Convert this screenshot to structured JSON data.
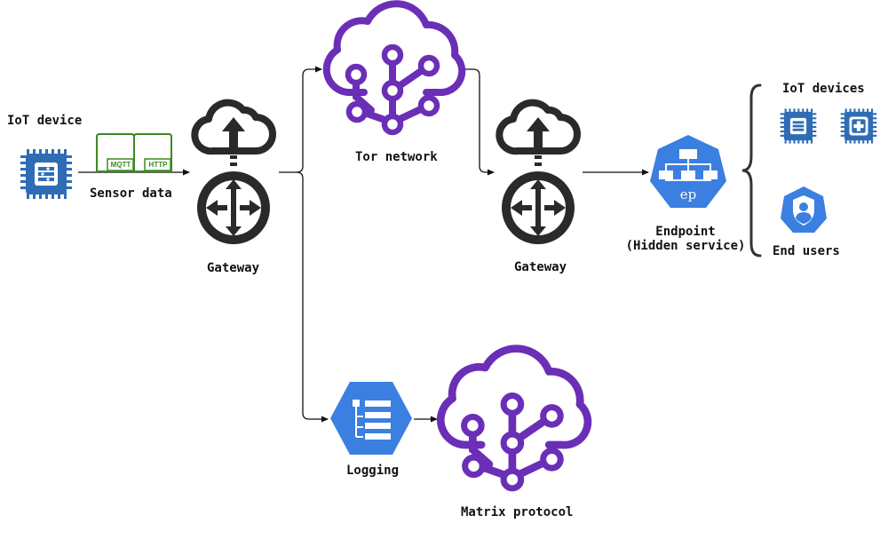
{
  "colors": {
    "chip_blue": "#2e6db5",
    "hex_blue": "#3b7fe0",
    "purple": "#6a2fb6",
    "gateway_dark": "#2b2a29",
    "protocol_green": "#3b8a22",
    "connector": "#111111"
  },
  "nodes": {
    "iot_device": {
      "label": "IoT device",
      "icon": "microchip-icon"
    },
    "sensor_data": {
      "label": "Sensor data",
      "protocols": [
        "MQTT",
        "HTTP"
      ]
    },
    "gateway_left": {
      "label": "Gateway",
      "icon": "cloud-router-icon"
    },
    "tor_network": {
      "label": "Tor network",
      "icon": "cloud-network-icon"
    },
    "gateway_right": {
      "label": "Gateway",
      "icon": "cloud-router-icon"
    },
    "endpoint": {
      "label_line1": "Endpoint",
      "label_line2": "(Hidden service)",
      "badge": "ep",
      "icon": "endpoint-icon"
    },
    "iot_devices": {
      "label": "IoT devices",
      "icon": "microchip-icon"
    },
    "end_users": {
      "label": "End users",
      "icon": "user-shield-icon"
    },
    "logging": {
      "label": "Logging",
      "icon": "logging-icon"
    },
    "matrix_protocol": {
      "label": "Matrix protocol",
      "icon": "cloud-network-icon"
    }
  }
}
